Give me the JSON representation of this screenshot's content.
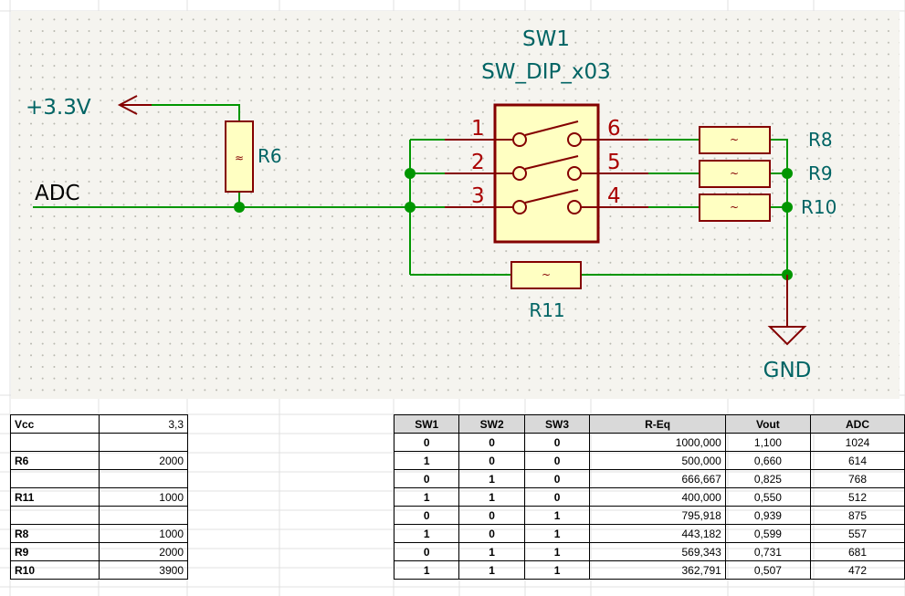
{
  "schematic": {
    "power_label": "+3.3V",
    "net_label": "ADC",
    "ground_label": "GND",
    "switch": {
      "reference": "SW1",
      "value": "SW_DIP_x03",
      "pins_left": [
        "1",
        "2",
        "3"
      ],
      "pins_right": [
        "6",
        "5",
        "4"
      ]
    },
    "resistors": [
      {
        "ref": "R6",
        "symbol": "≈"
      },
      {
        "ref": "R8",
        "symbol": "~"
      },
      {
        "ref": "R9",
        "symbol": "~"
      },
      {
        "ref": "R10",
        "symbol": "~"
      },
      {
        "ref": "R11",
        "symbol": "~"
      }
    ],
    "colors": {
      "wire": "#009600",
      "component": "#840000",
      "component_fill": "#ffffc2",
      "label_text": "#006464",
      "junction": "#009600",
      "pin_text": "#a90000"
    }
  },
  "params_table": {
    "rows": [
      {
        "label": "Vcc",
        "value": "3,3"
      },
      {
        "label": "",
        "value": ""
      },
      {
        "label": "R6",
        "value": "2000"
      },
      {
        "label": "",
        "value": ""
      },
      {
        "label": "R11",
        "value": "1000"
      },
      {
        "label": "",
        "value": ""
      },
      {
        "label": "R8",
        "value": "1000"
      },
      {
        "label": "R9",
        "value": "2000"
      },
      {
        "label": "R10",
        "value": "3900"
      }
    ]
  },
  "results_table": {
    "headers": [
      "SW1",
      "SW2",
      "SW3",
      "R-Eq",
      "Vout",
      "ADC"
    ],
    "rows": [
      [
        "0",
        "0",
        "0",
        "1000,000",
        "1,100",
        "1024"
      ],
      [
        "1",
        "0",
        "0",
        "500,000",
        "0,660",
        "614"
      ],
      [
        "0",
        "1",
        "0",
        "666,667",
        "0,825",
        "768"
      ],
      [
        "1",
        "1",
        "0",
        "400,000",
        "0,550",
        "512"
      ],
      [
        "0",
        "0",
        "1",
        "795,918",
        "0,939",
        "875"
      ],
      [
        "1",
        "0",
        "1",
        "443,182",
        "0,599",
        "557"
      ],
      [
        "0",
        "1",
        "1",
        "569,343",
        "0,731",
        "681"
      ],
      [
        "1",
        "1",
        "1",
        "362,791",
        "0,507",
        "472"
      ]
    ]
  }
}
